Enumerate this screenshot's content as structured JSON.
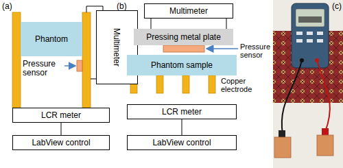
{
  "diagram": {
    "nodes": [
      {
        "text": [
          "Phantom"
        ]
      },
      {
        "text": [
          "Multimeter"
        ]
      },
      {
        "text": [
          "LCR meter"
        ]
      },
      {
        "text": [
          "LabView control"
        ]
      },
      {
        "text": [
          "Multimeter"
        ]
      },
      {
        "text": [
          "Pressing metal plate"
        ]
      },
      {
        "text": [
          "Phantom sample"
        ]
      },
      {
        "text": [
          "LCR meter"
        ]
      },
      {
        "text": [
          "LabView control"
        ]
      }
    ],
    "edges": [
      {
        "from": 2,
        "to": 3,
        "arrow": "none"
      },
      {
        "from": 7,
        "to": 8,
        "arrow": "none"
      }
    ],
    "labels": [
      "(a)",
      "Pressure sensor",
      "(b)",
      "Pressure sensor",
      "Copper electrode",
      "(c)"
    ]
  }
}
